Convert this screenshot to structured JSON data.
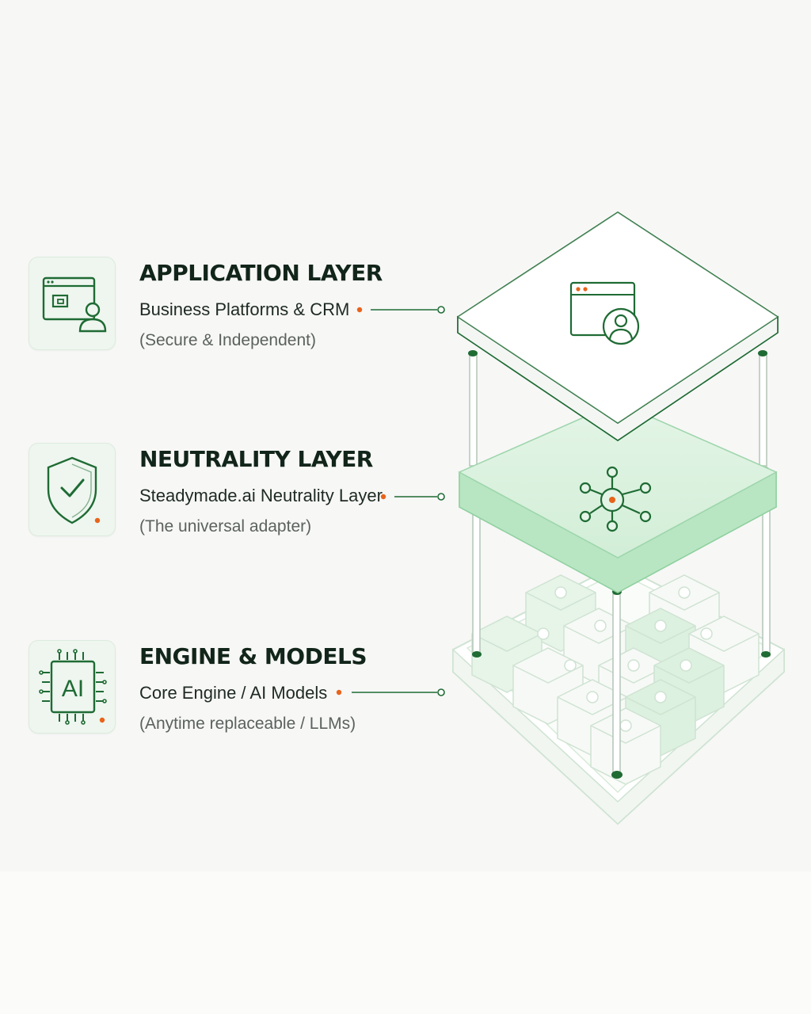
{
  "layers": [
    {
      "title": "APPLICATION LAYER",
      "subtitle": "Business Platforms & CRM",
      "note": "(Secure & Independent)",
      "icon": "browser-user-icon"
    },
    {
      "title": "NEUTRALITY LAYER",
      "subtitle": "Steadymade.ai Neutrality Layer",
      "note": "(The universal adapter)",
      "icon": "shield-check-icon"
    },
    {
      "title": "ENGINE & MODELS",
      "subtitle": "Core Engine / AI Models",
      "note": "(Anytime replaceable / LLMs)",
      "icon": "ai-chip-icon",
      "chip_label": "AI"
    }
  ],
  "colors": {
    "brand_green": "#1f6b34",
    "light_green": "#d8f0dc",
    "accent_orange": "#e8641b",
    "panel_white": "#ffffff",
    "outline": "#2f7d44"
  }
}
